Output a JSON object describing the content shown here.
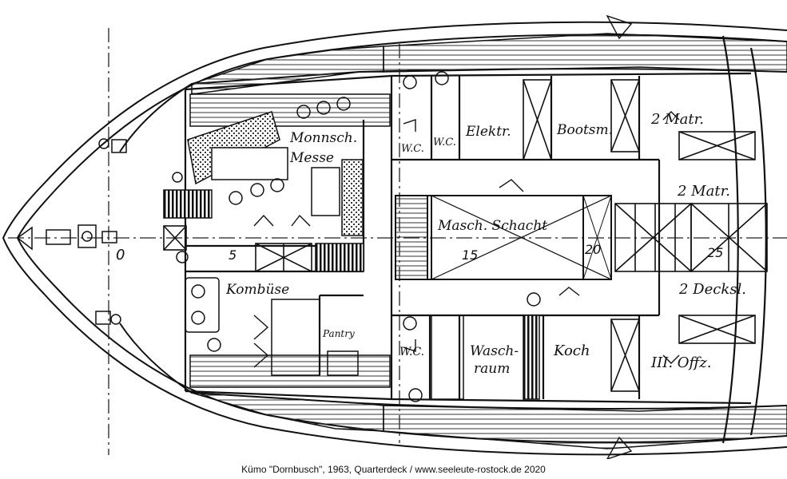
{
  "caption": "Kümo \"Dornbusch\", 1963, Quarterdeck / www.seeleute-rostock.de 2020",
  "rooms": {
    "mannsch_messe": "Monnsch.",
    "messe": "Messe",
    "wc_top_1": "W.C.",
    "wc_top_2": "W.C.",
    "elektr": "Elektr.",
    "bootsm": "Bootsm.",
    "matr_top": "2 Matr.",
    "matr_mid": "2 Matr.",
    "masch_schacht": "Masch. Schacht",
    "kombuese": "Kombüse",
    "pantry": "Pantry",
    "wc_bottom": "W.C.",
    "wasch": "Wasch-",
    "raum": "raum",
    "koch": "Koch",
    "decksl": "2 Decksl.",
    "offz": "III. Offz."
  },
  "frames": {
    "f0": "0",
    "f5": "5",
    "f15": "15",
    "f20": "20",
    "f25": "25"
  }
}
